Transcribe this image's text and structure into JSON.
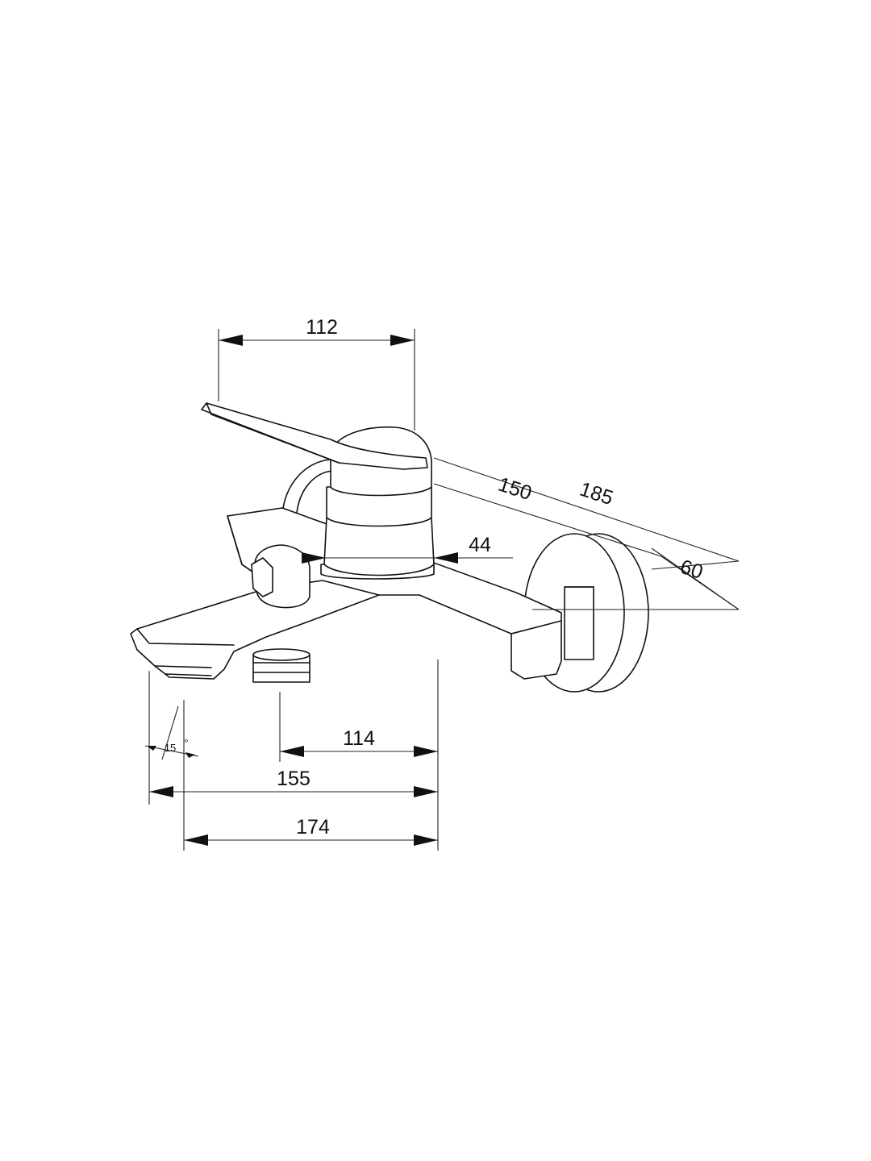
{
  "dimensions": {
    "top_width": "112",
    "depth_a": "150",
    "depth_b": "185",
    "inlet_diameter": "44",
    "wall_plate": "60",
    "outlet_to_wall": "114",
    "spout_reach_inner": "155",
    "spout_reach_outer": "174",
    "spout_angle": "15",
    "degree_symbol": "°"
  }
}
